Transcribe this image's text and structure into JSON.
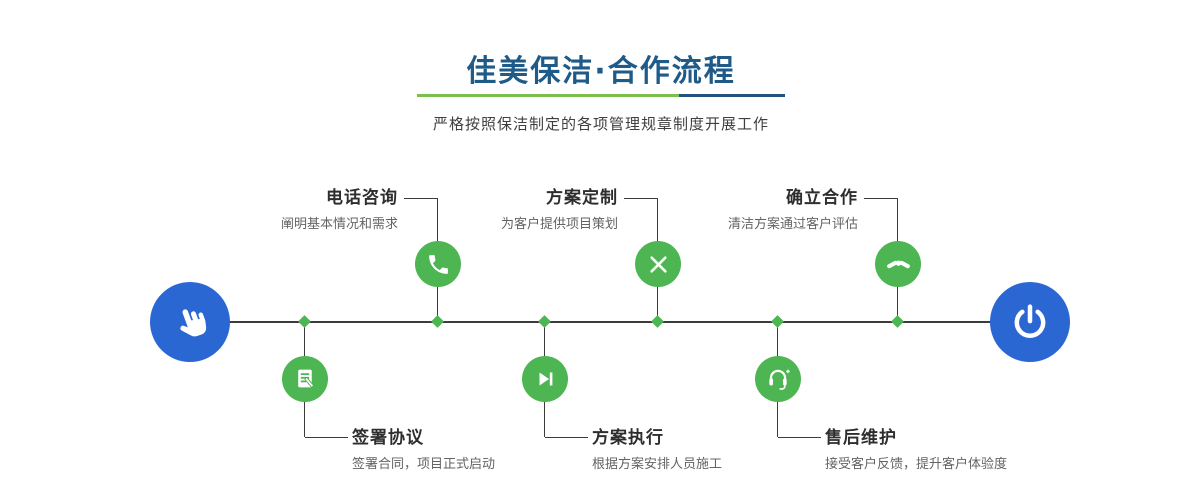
{
  "header": {
    "title": "佳美保洁·合作流程",
    "subtitle": "严格按照保洁制定的各项管理规章制度开展工作"
  },
  "colors": {
    "title_blue": "#1f5b88",
    "underline_green": "#7bbf4e",
    "underline_blue": "#23527c",
    "node_green": "#4db551",
    "endpoint_blue": "#2a67d2",
    "line_dark": "#3c3c3c"
  },
  "endpoints": {
    "start_icon": "pointing-hand-icon",
    "end_icon": "power-icon"
  },
  "steps": [
    {
      "label": "电话咨询",
      "desc": "阐明基本情况和需求",
      "icon": "phone-icon",
      "position": "top"
    },
    {
      "label": "方案定制",
      "desc": "为客户提供项目策划",
      "icon": "design-tools-icon",
      "position": "top"
    },
    {
      "label": "确立合作",
      "desc": "清洁方案通过客户评估",
      "icon": "handshake-icon",
      "position": "top"
    },
    {
      "label": "签署协议",
      "desc": "签署合同，项目正式启动",
      "icon": "contract-icon",
      "position": "bottom"
    },
    {
      "label": "方案执行",
      "desc": "根据方案安排人员施工",
      "icon": "play-icon",
      "position": "bottom"
    },
    {
      "label": "售后维护",
      "desc": "接受客户反馈，提升客户体验度",
      "icon": "customer-service-icon",
      "position": "bottom"
    }
  ]
}
